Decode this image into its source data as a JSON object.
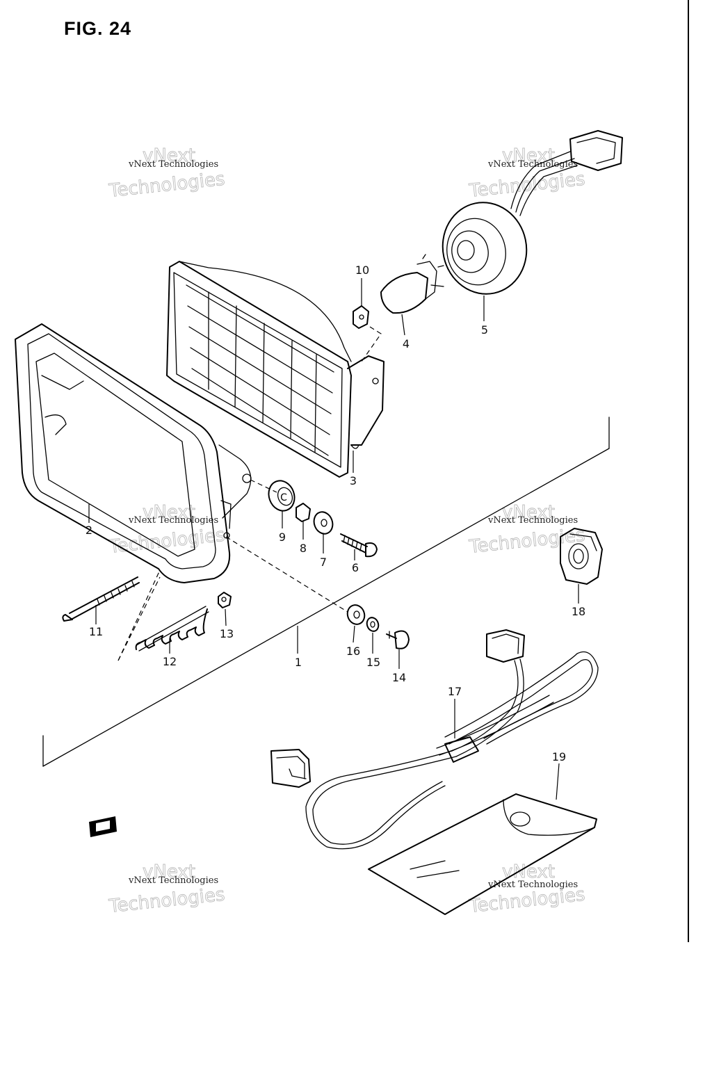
{
  "figure_title": "FIG. 24",
  "watermark": {
    "small": "vNext Technologies",
    "big_top": "vNext",
    "big_bottom": "Technologies"
  },
  "callouts": {
    "n1": "1",
    "n2": "2",
    "n3": "3",
    "n4": "4",
    "n5": "5",
    "n6": "6",
    "n7": "7",
    "n8": "8",
    "n9": "9",
    "n10": "10",
    "n11": "11",
    "n12": "12",
    "n13": "13",
    "n14": "14",
    "n15": "15",
    "n16": "16",
    "n17": "17",
    "n18": "18",
    "n19": "19"
  },
  "nine_washer_mark": "C"
}
